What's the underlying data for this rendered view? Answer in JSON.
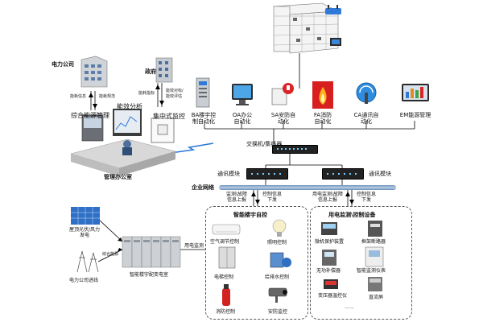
{
  "left": {
    "power_company": "电力公司",
    "energy_info": "能耗信息",
    "energy_rules": "能耗规范",
    "government": "政府",
    "energy_index": "能耗指标",
    "energy_compare": "能效对标/",
    "energy_eval": "能效评估",
    "integrated_mgmt": "综合能源管理",
    "energy_analysis": "能效分析",
    "central_monitor": "集中式监控",
    "office": "管理办公室"
  },
  "systems": [
    {
      "line1": "BA楼宇控",
      "line2": "制自动化"
    },
    {
      "line1": "OA办公",
      "line2": "自动化"
    },
    {
      "line1": "SA安防自",
      "line2": "动化"
    },
    {
      "line1": "FA消防",
      "line2": "自动化"
    },
    {
      "line1": "CA通讯自",
      "line2": "动化"
    },
    {
      "line1": "EM能源管理",
      "line2": ""
    }
  ],
  "network": {
    "switch_label": "交换机/集线器",
    "comm_module_left": "通讯模块",
    "comm_module_right": "通讯模块",
    "enterprise_network": "企业网络"
  },
  "arrows": {
    "monitor_fault_left_1": "监测\\故障",
    "monitor_fault_left_2": "信息上报",
    "control_info_left_1": "控制信息",
    "control_info_left_2": "下发",
    "power_monitor_1": "用电监测\\故障",
    "power_monitor_2": "信息上报",
    "control_info_right_1": "控制信息",
    "control_info_right_2": "下发"
  },
  "building_ctrl": {
    "title": "智能楼宇自控",
    "hvac": "空气调节控制",
    "lighting": "照明控制",
    "elevator": "电梯控制",
    "water": "给排水控制",
    "fire": "消防控制",
    "security": "安防监控"
  },
  "power_ctrl": {
    "title": "用电监测\\控制设备",
    "micro_protect": "微机保护装置",
    "frame_breaker": "框架断路器",
    "reactive_comp": "无功补偿器",
    "smart_meter": "智能监测仪表",
    "transformer_temp": "变压器温控仪",
    "dc_screen": "直流屏",
    "dots": "……"
  },
  "substation": {
    "rooftop_pv": "屋顶光伏/风力",
    "generation": "发电",
    "grid_line": "电力公司进线",
    "integrated_cabinet": "综合能源",
    "smart_substation": "智能楼宇配变电室",
    "power_monitor": "用电监测"
  }
}
